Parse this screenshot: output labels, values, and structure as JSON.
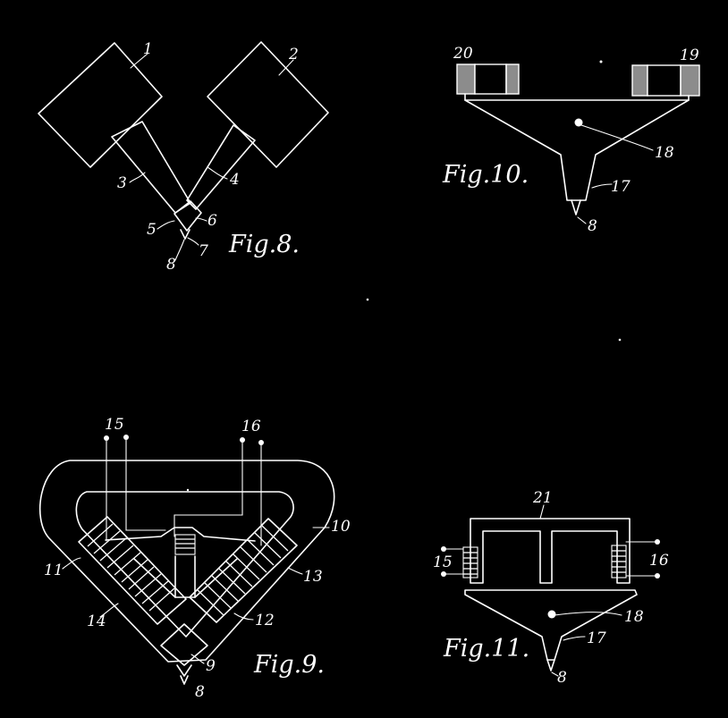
{
  "figures": {
    "fig8": {
      "caption": "Fig.8.",
      "labels": {
        "l1": "1",
        "l2": "2",
        "l3": "3",
        "l4": "4",
        "l5": "5",
        "l6": "6",
        "l7": "7",
        "l8": "8"
      }
    },
    "fig9": {
      "caption": "Fig.9.",
      "labels": {
        "l8": "8",
        "l9": "9",
        "l10": "10",
        "l11": "11",
        "l12": "12",
        "l13": "13",
        "l14": "14",
        "l15": "15",
        "l16": "16"
      }
    },
    "fig10": {
      "caption": "Fig.10.",
      "labels": {
        "l8": "8",
        "l17": "17",
        "l18": "18",
        "l19": "19",
        "l20": "20"
      }
    },
    "fig11": {
      "caption": "Fig.11.",
      "labels": {
        "l8": "8",
        "l15": "15",
        "l16": "16",
        "l17": "17",
        "l18": "18",
        "l21": "21"
      }
    }
  },
  "colors": {
    "background": "#000000",
    "ink": "#ffffff"
  }
}
